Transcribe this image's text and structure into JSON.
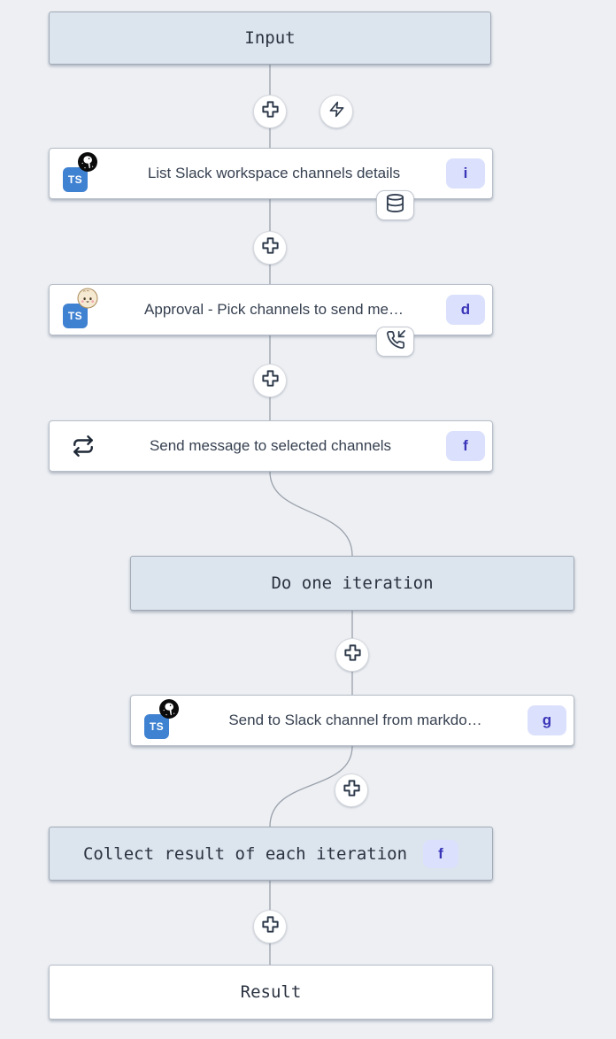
{
  "colors": {
    "canvas_bg": "#edeff3",
    "virtual_node_bg": "#dce4ee",
    "script_node_bg": "#ffffff",
    "node_border": "#a2aab6",
    "connector": "#9aa1ab",
    "badge_bg": "#dbe1fc",
    "badge_text": "#3a35b8",
    "title_text": "#374151",
    "ts_blue": "#3f82d2"
  },
  "ts_label": "TS",
  "nodes": {
    "input": {
      "label": "Input"
    },
    "list_channels": {
      "title": "List Slack workspace channels details",
      "badge": "i",
      "language_icon": "deno-typescript",
      "indicator_icon": "database-cache"
    },
    "approval": {
      "title": "Approval - Pick channels to send me…",
      "badge": "d",
      "language_icon": "bun-typescript",
      "indicator_icon": "phone-incoming-suspend"
    },
    "forloop": {
      "title": "Send message to selected channels",
      "badge": "f",
      "icon": "repeat-loop"
    },
    "do_iteration": {
      "label": "Do one iteration"
    },
    "send_markdown": {
      "title": "Send to Slack channel from markdo…",
      "badge": "g",
      "language_icon": "deno-typescript"
    },
    "collect": {
      "label": "Collect result of each iteration",
      "badge": "f"
    },
    "result": {
      "label": "Result"
    }
  }
}
